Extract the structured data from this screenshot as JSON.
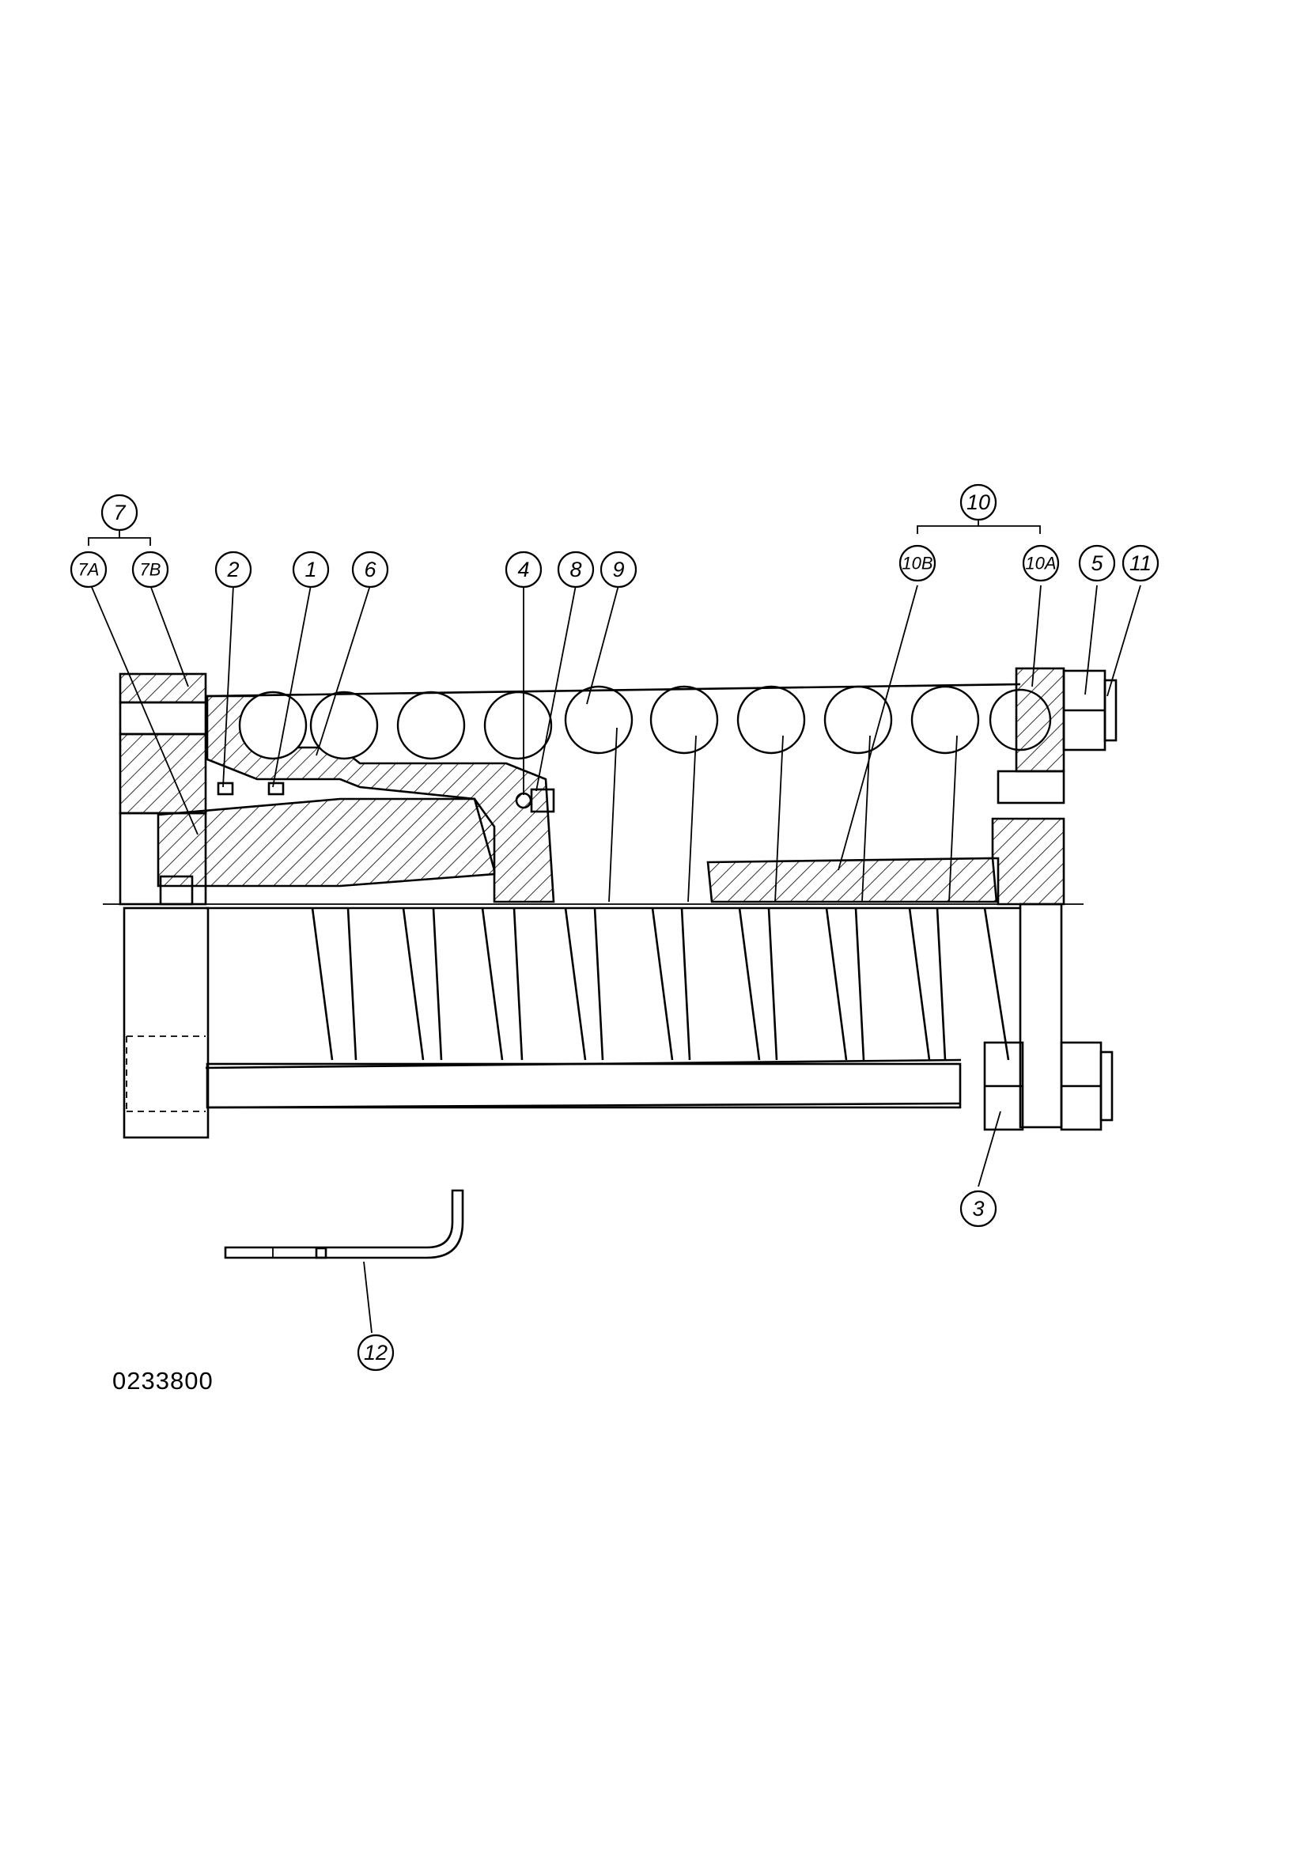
{
  "drawing_number": "0233800",
  "callouts": [
    {
      "id": "7",
      "label": "7"
    },
    {
      "id": "7A",
      "label": "7A"
    },
    {
      "id": "7B",
      "label": "7B"
    },
    {
      "id": "2",
      "label": "2"
    },
    {
      "id": "1",
      "label": "1"
    },
    {
      "id": "6",
      "label": "6"
    },
    {
      "id": "4",
      "label": "4"
    },
    {
      "id": "8",
      "label": "8"
    },
    {
      "id": "9",
      "label": "9"
    },
    {
      "id": "10",
      "label": "10"
    },
    {
      "id": "10B",
      "label": "10B"
    },
    {
      "id": "10A",
      "label": "10A"
    },
    {
      "id": "5",
      "label": "5"
    },
    {
      "id": "11",
      "label": "11"
    },
    {
      "id": "3",
      "label": "3"
    },
    {
      "id": "12",
      "label": "12"
    }
  ]
}
